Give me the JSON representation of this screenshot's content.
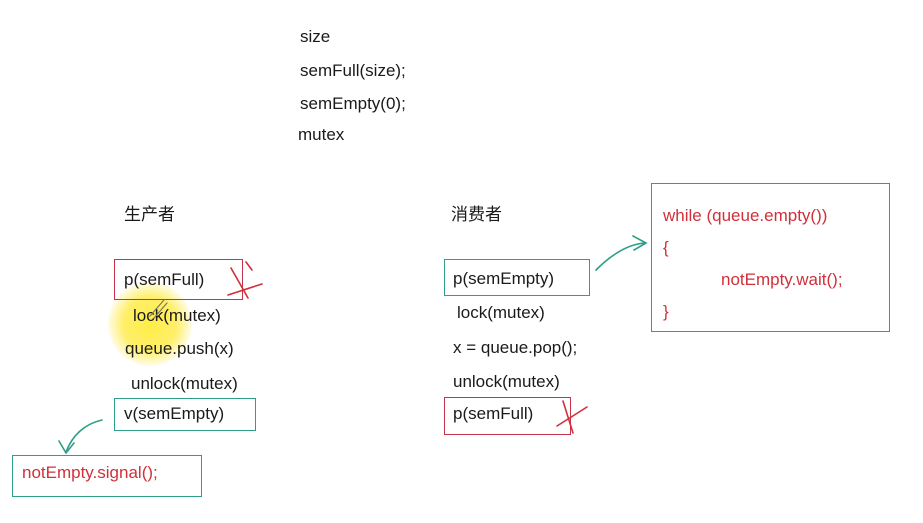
{
  "shared": {
    "vars": [
      "size",
      "semFull(size);",
      "semEmpty(0);",
      "mutex"
    ]
  },
  "producer": {
    "title": "生产者",
    "steps": [
      "p(semFull)",
      "lock(mutex)",
      "queue.push(x)",
      "unlock(mutex)",
      "v(semEmpty)"
    ],
    "signal": "notEmpty.signal();"
  },
  "consumer": {
    "title": "消费者",
    "steps": [
      "p(semEmpty)",
      "lock(mutex)",
      "x = queue.pop();",
      "unlock(mutex)",
      "p(semFull)"
    ]
  },
  "condition": {
    "lines": [
      "while (queue.empty())",
      "{",
      "notEmpty.wait();",
      "}"
    ]
  },
  "colors": {
    "green": "#2f9e86",
    "red": "#c8334a",
    "redText": "#d0303a",
    "highlight": "#ffec3c"
  }
}
